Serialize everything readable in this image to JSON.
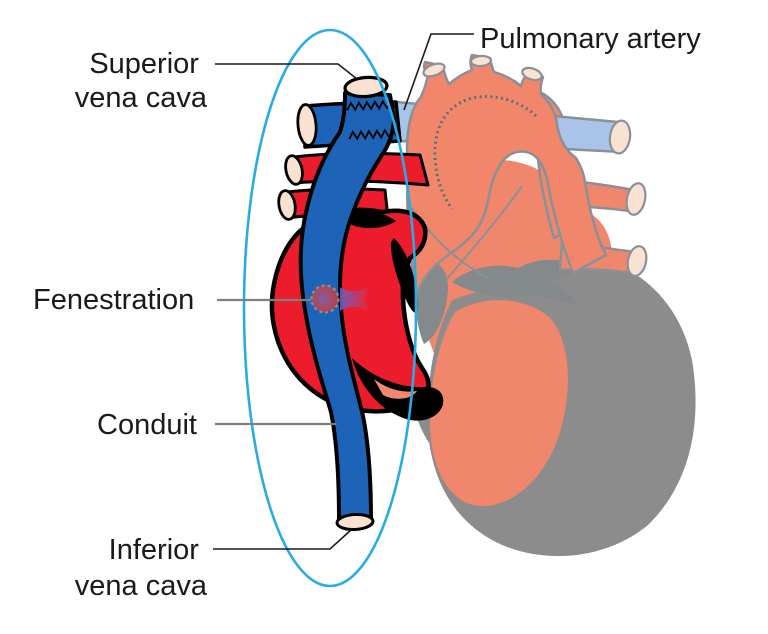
{
  "figure": {
    "type": "medical-diagram",
    "subject": "Fontan procedure heart diagram with extracardiac conduit",
    "labels": {
      "superior_vena_cava": {
        "line1": "Superior",
        "line2": "vena cava"
      },
      "pulmonary_artery": {
        "text": "Pulmonary artery"
      },
      "fenestration": {
        "text": "Fenestration"
      },
      "conduit": {
        "text": "Conduit"
      },
      "inferior_vena_cava": {
        "line1": "Inferior",
        "line2": "vena cava"
      }
    },
    "colors": {
      "conduit_blue": "#1d64b8",
      "vivid_red": "#ec1c2c",
      "muted_salmon": "#f0876d",
      "shadow_gray": "#8c8c8c",
      "detail_gray": "#84898c",
      "highlight_ellipse_cyan": "#2aace3",
      "vessel_cap_cream": "#f9e2d2",
      "pulmonary_artery_light_blue": "#a9c4e8",
      "muted_outline_gray": "#8a9097",
      "black_outline": "#000000",
      "leader_gray": "#7f7f7f",
      "label_text": "#1a1a1a",
      "background": "#ffffff"
    }
  }
}
